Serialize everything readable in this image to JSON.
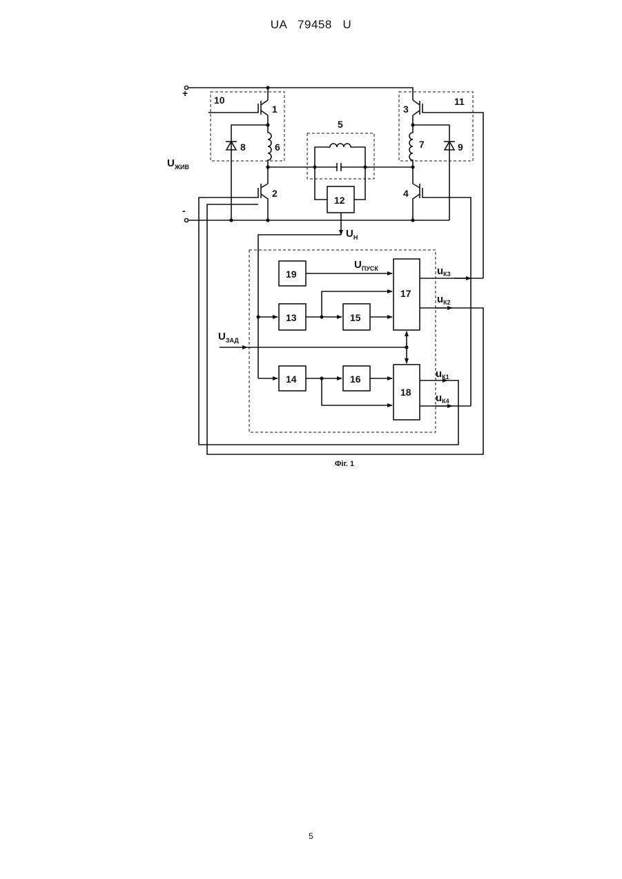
{
  "header": {
    "patent": "UA   79458   U"
  },
  "figure": {
    "caption": "Фіг. 1",
    "terminals": {
      "plus": "+",
      "minus": "-"
    },
    "supply": {
      "main": "U",
      "sub": "ЖИВ"
    },
    "load_voltage": {
      "main": "U",
      "sub": "Н"
    },
    "start_signal": {
      "main": "U",
      "sub": "ПУСК"
    },
    "setpoint": {
      "main": "U",
      "sub": "ЗАД"
    },
    "control_outputs": [
      {
        "main": "u",
        "sub": "К3"
      },
      {
        "main": "u",
        "sub": "К2"
      },
      {
        "main": "u",
        "sub": "К1"
      },
      {
        "main": "u",
        "sub": "К4"
      }
    ],
    "component_numbers": {
      "t1": "1",
      "t2": "2",
      "t3": "3",
      "t4": "4",
      "load": "5",
      "l6": "6",
      "l7": "7",
      "d8": "8",
      "d9": "9",
      "m10": "10",
      "m11": "11",
      "b12": "12",
      "b13": "13",
      "b14": "14",
      "b15": "15",
      "b16": "16",
      "b17": "17",
      "b18": "18",
      "b19": "19"
    }
  },
  "page_number": "5"
}
